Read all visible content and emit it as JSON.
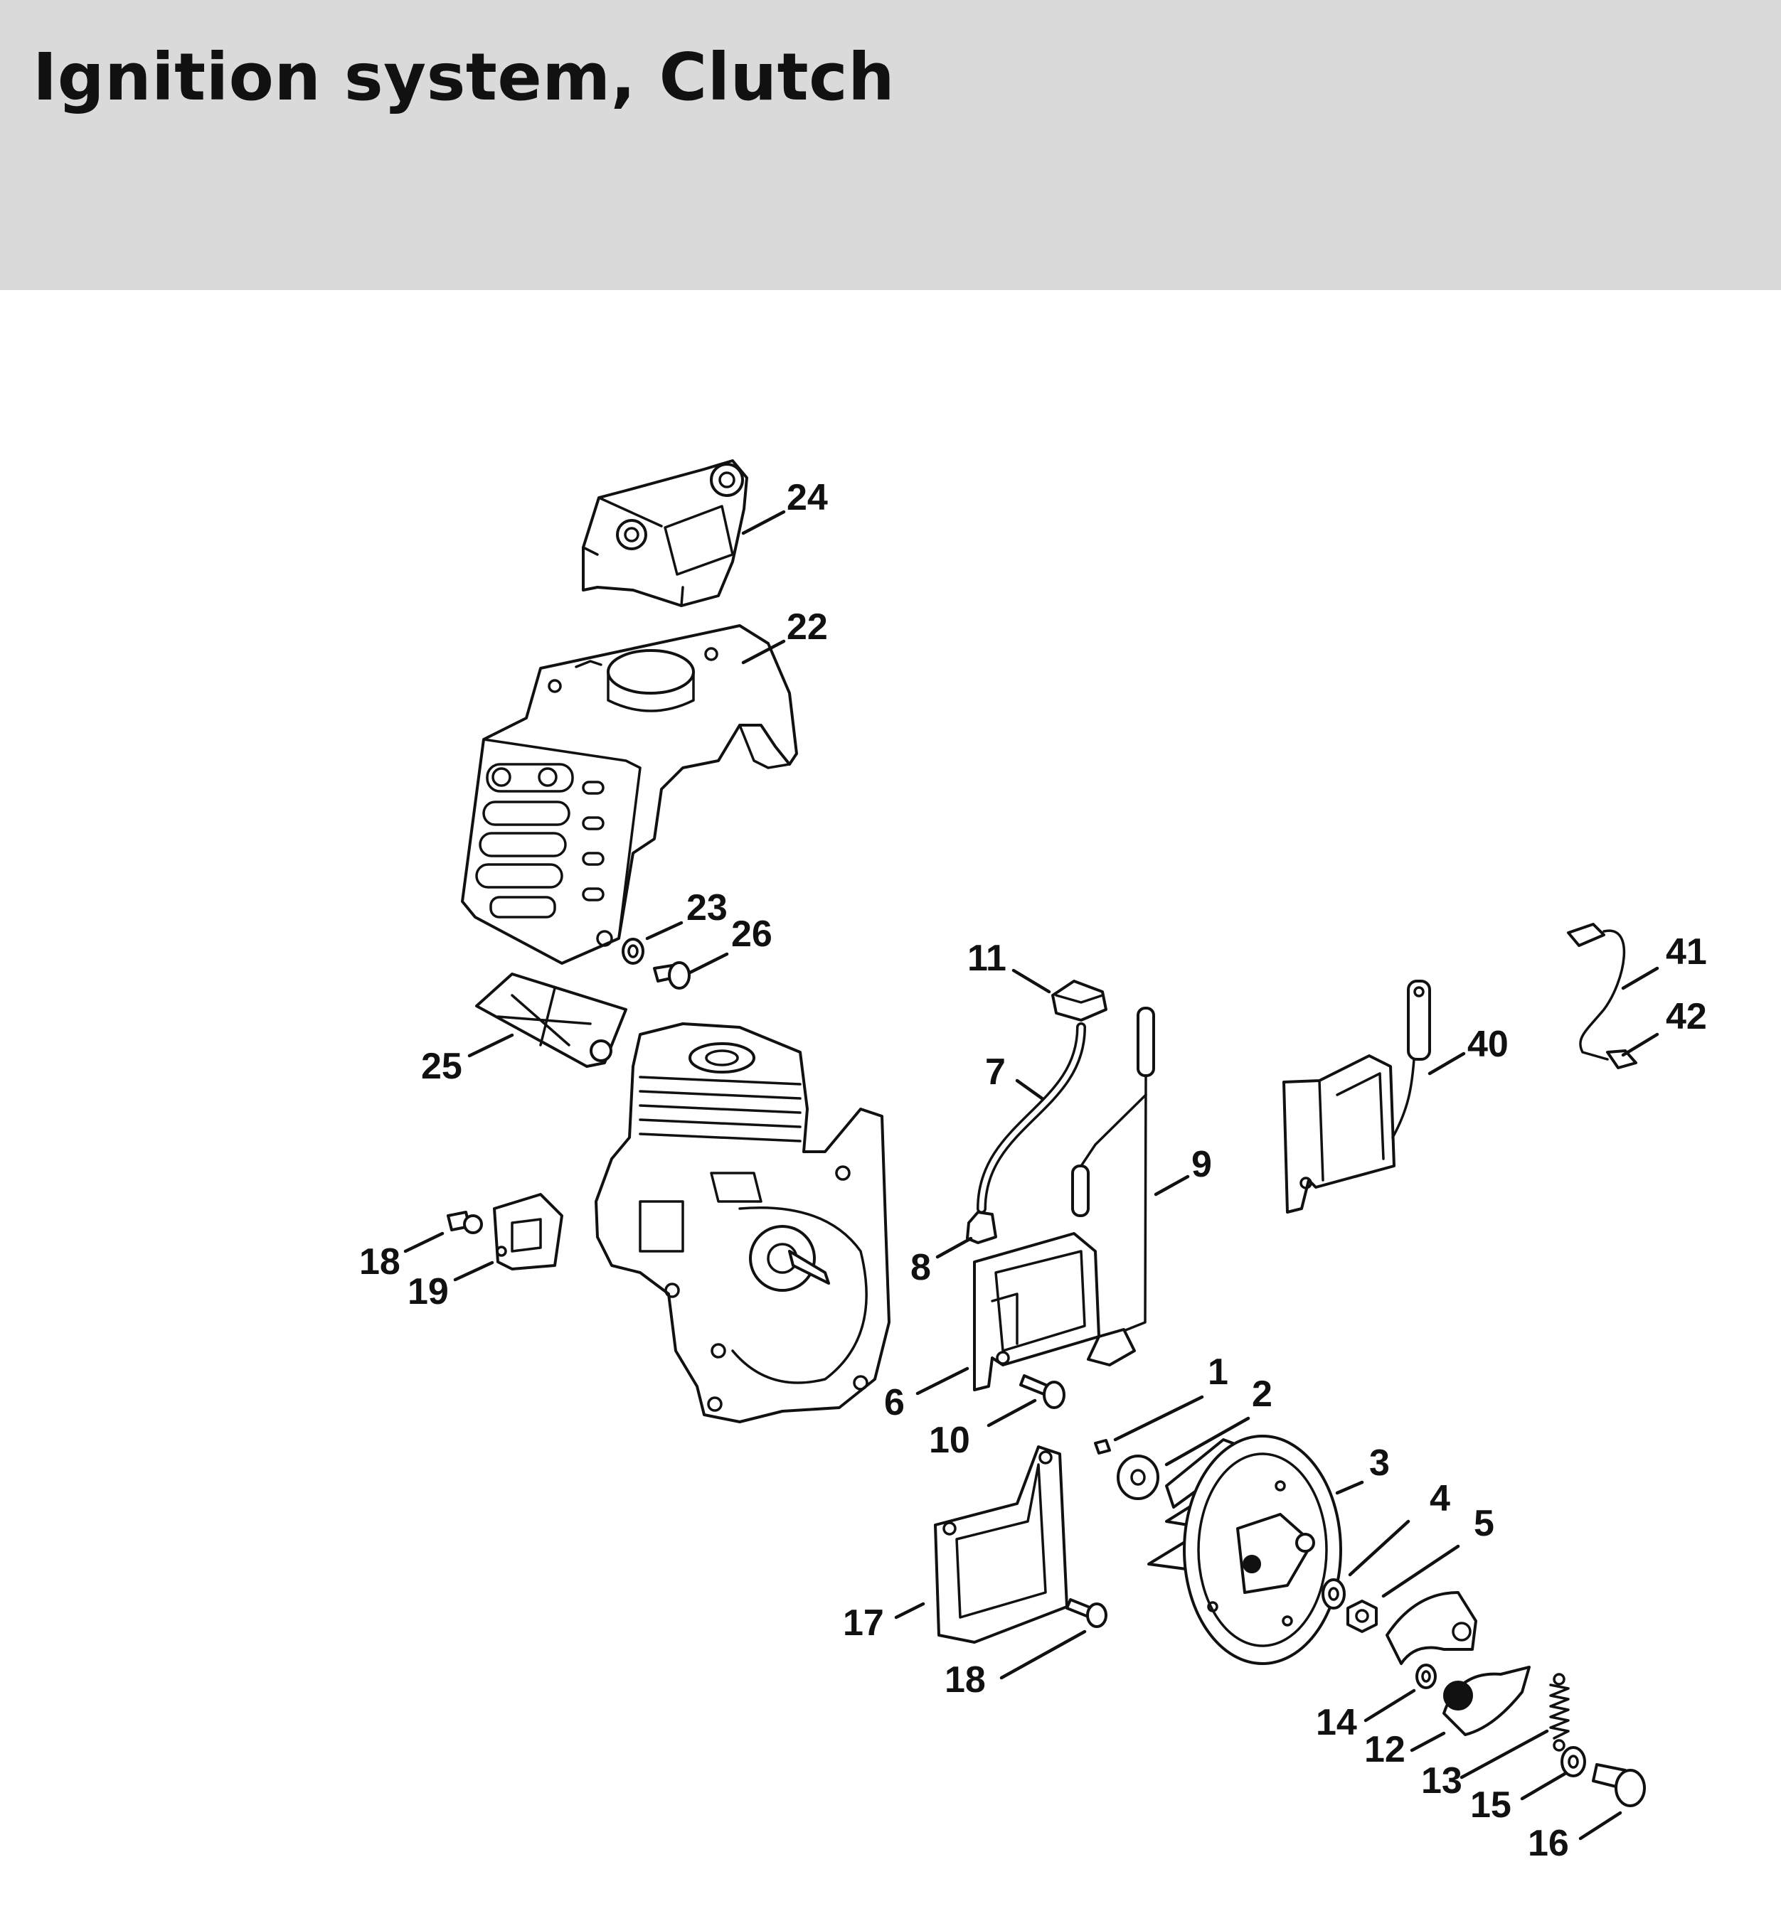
{
  "page": {
    "title": "Ignition system, Clutch"
  },
  "colors": {
    "header_background": "#d9dad9",
    "ink": "#111111",
    "background": "#ffffff"
  },
  "callouts": [
    "24",
    "22",
    "23",
    "26",
    "25",
    "18",
    "19",
    "11",
    "7",
    "8",
    "9",
    "6",
    "10",
    "40",
    "41",
    "42",
    "1",
    "2",
    "3",
    "4",
    "5",
    "17",
    "18",
    "14",
    "12",
    "13",
    "15",
    "16"
  ]
}
